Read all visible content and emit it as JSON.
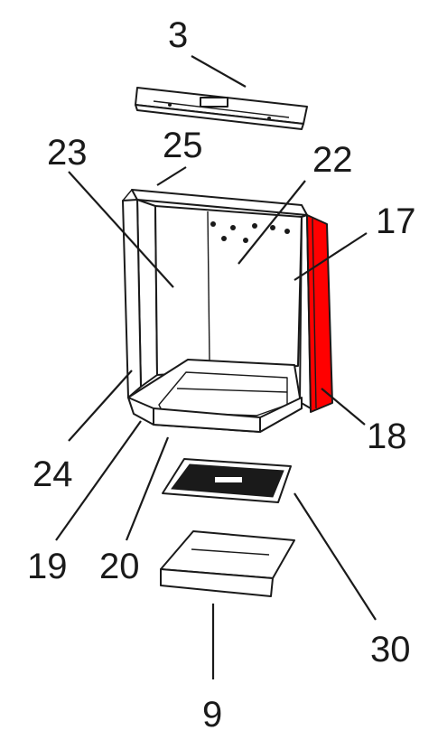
{
  "diagram": {
    "highlight_color": "#ff0000",
    "line_color": "#1a1a1a",
    "background": "#ffffff",
    "highlighted_part": "18",
    "callouts": [
      {
        "id": "c3",
        "label": "3"
      },
      {
        "id": "c25",
        "label": "25"
      },
      {
        "id": "c23",
        "label": "23"
      },
      {
        "id": "c22",
        "label": "22"
      },
      {
        "id": "c17",
        "label": "17"
      },
      {
        "id": "c18",
        "label": "18"
      },
      {
        "id": "c24",
        "label": "24"
      },
      {
        "id": "c19",
        "label": "19"
      },
      {
        "id": "c20",
        "label": "20"
      },
      {
        "id": "c30",
        "label": "30"
      },
      {
        "id": "c9",
        "label": "9"
      }
    ]
  }
}
